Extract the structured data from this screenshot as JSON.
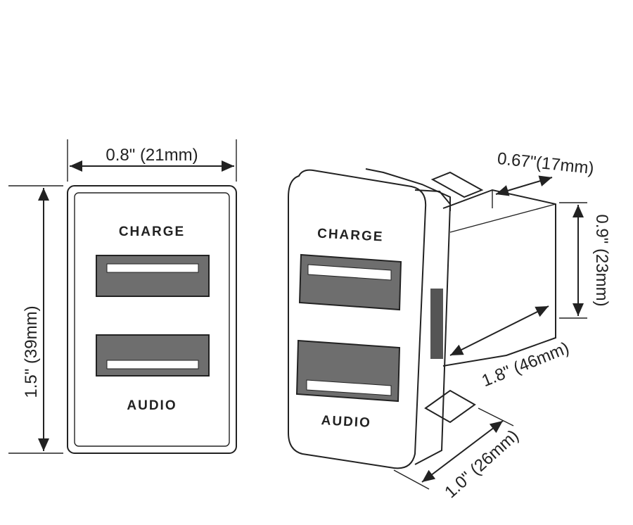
{
  "front_view": {
    "width_dim": "0.8\" (21mm)",
    "height_dim": "1.5\" (39mm)",
    "top_port_label": "CHARGE",
    "bottom_port_label": "AUDIO"
  },
  "iso_view": {
    "top_port_label": "CHARGE",
    "bottom_port_label": "AUDIO",
    "body_width_dim": "0.67\"(17mm)",
    "body_height_dim": "0.9\" (23mm)",
    "depth_dim": "1.8\" (46mm)",
    "bezel_depth_dim": "1.0\" (26mm)"
  },
  "colors": {
    "port_fill": "#6e6e6e",
    "line": "#222222"
  }
}
